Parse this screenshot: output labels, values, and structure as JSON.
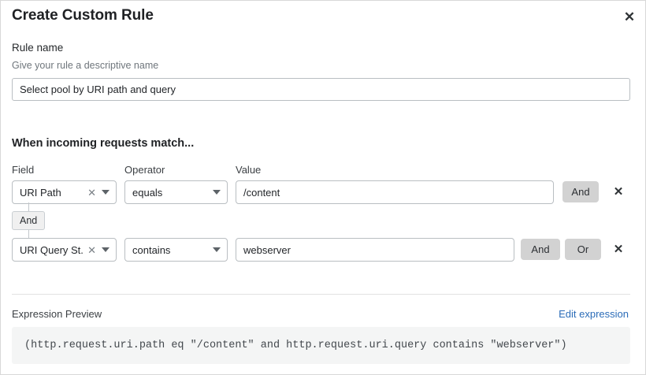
{
  "dialog": {
    "title": "Create Custom Rule",
    "close_icon": "close-icon"
  },
  "rule_name": {
    "label": "Rule name",
    "sublabel": "Give your rule a descriptive name",
    "value": "Select pool by URI path and query",
    "placeholder": "Select pool by URI path and query"
  },
  "conditions_section": {
    "heading": "When incoming requests match...",
    "columns": {
      "field": "Field",
      "operator": "Operator",
      "value": "Value"
    },
    "connector": {
      "label": "And"
    },
    "rows": [
      {
        "field": "URI Path",
        "field_clear_icon": "clear-icon",
        "field_caret_icon": "chevron-down-icon",
        "operator": "equals",
        "operator_caret_icon": "chevron-down-icon",
        "value": "/content",
        "and_label": "And",
        "remove_icon": "close-icon"
      },
      {
        "field": "URI Query St...",
        "field_clear_icon": "clear-icon",
        "field_caret_icon": "chevron-down-icon",
        "operator": "contains",
        "operator_caret_icon": "chevron-down-icon",
        "value": "webserver",
        "and_label": "And",
        "or_label": "Or",
        "remove_icon": "close-icon"
      }
    ]
  },
  "expression_preview": {
    "label": "Expression Preview",
    "edit_link": "Edit expression",
    "code": "(http.request.uri.path eq \"/content\" and http.request.uri.query contains \"webserver\")"
  },
  "colors": {
    "link": "#2b6cb8",
    "logic_button_bg": "#d2d2d2",
    "border": "#b9bec2",
    "code_bg": "#f4f5f5"
  }
}
